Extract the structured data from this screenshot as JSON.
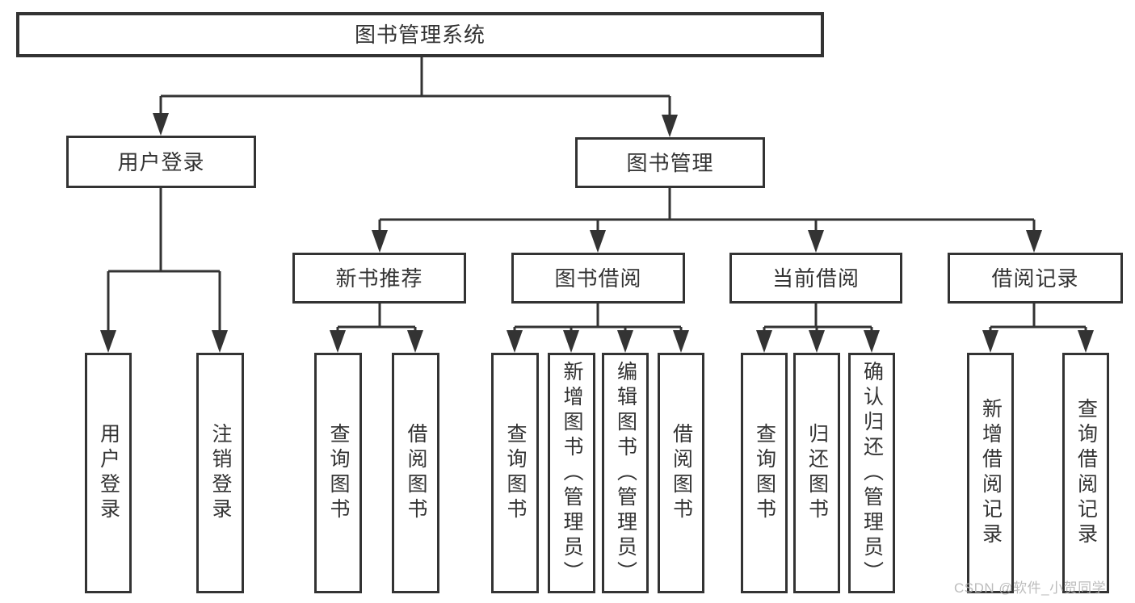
{
  "diagram": {
    "title": "图书管理系统",
    "type": "hierarchy-tree",
    "colors": {
      "line": "#333333",
      "border": "#333333",
      "text": "#333333",
      "background": "#ffffff",
      "watermark": "#b6b6b6"
    }
  },
  "tree": {
    "root": {
      "label": "图书管理系统",
      "children": [
        {
          "label": "用户登录",
          "children": [
            {
              "label": "用户登录"
            },
            {
              "label": "注销登录"
            }
          ]
        },
        {
          "label": "图书管理",
          "children": [
            {
              "label": "新书推荐",
              "children": [
                {
                  "label": "查询图书"
                },
                {
                  "label": "借阅图书"
                }
              ]
            },
            {
              "label": "图书借阅",
              "children": [
                {
                  "label": "查询图书"
                },
                {
                  "label": "新增图书（管理员）"
                },
                {
                  "label": "编辑图书（管理员）"
                },
                {
                  "label": "借阅图书"
                }
              ]
            },
            {
              "label": "当前借阅",
              "children": [
                {
                  "label": "查询图书"
                },
                {
                  "label": "归还图书"
                },
                {
                  "label": "确认归还（管理员）"
                }
              ]
            },
            {
              "label": "借阅记录",
              "children": [
                {
                  "label": "新增借阅记录"
                },
                {
                  "label": "查询借阅记录"
                }
              ]
            }
          ]
        }
      ]
    }
  },
  "watermark": "CSDN @软件_小贺同学"
}
